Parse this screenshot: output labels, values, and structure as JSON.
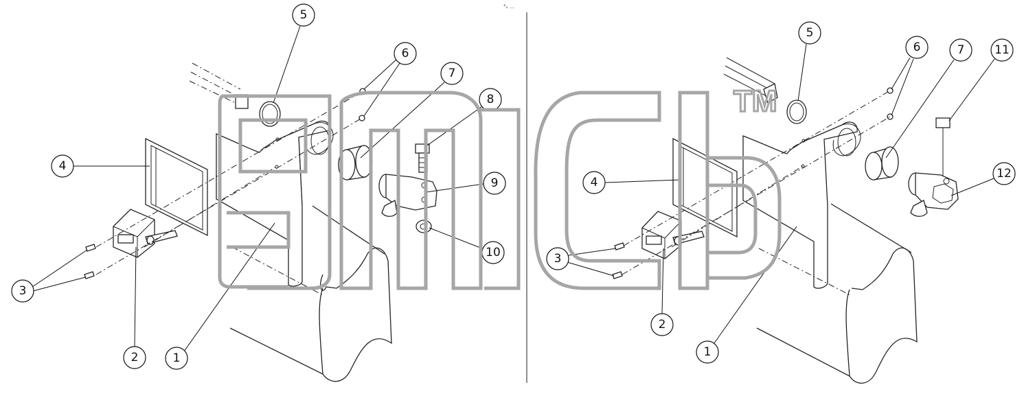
{
  "header_mark": "°ₓ …",
  "watermark_tm": "TM",
  "left_view": {
    "callouts": [
      "1",
      "2",
      "3",
      "4",
      "5",
      "6",
      "7",
      "8",
      "9",
      "10"
    ]
  },
  "right_view": {
    "callouts": [
      "1",
      "2",
      "3",
      "4",
      "5",
      "6",
      "7",
      "11",
      "12"
    ]
  }
}
